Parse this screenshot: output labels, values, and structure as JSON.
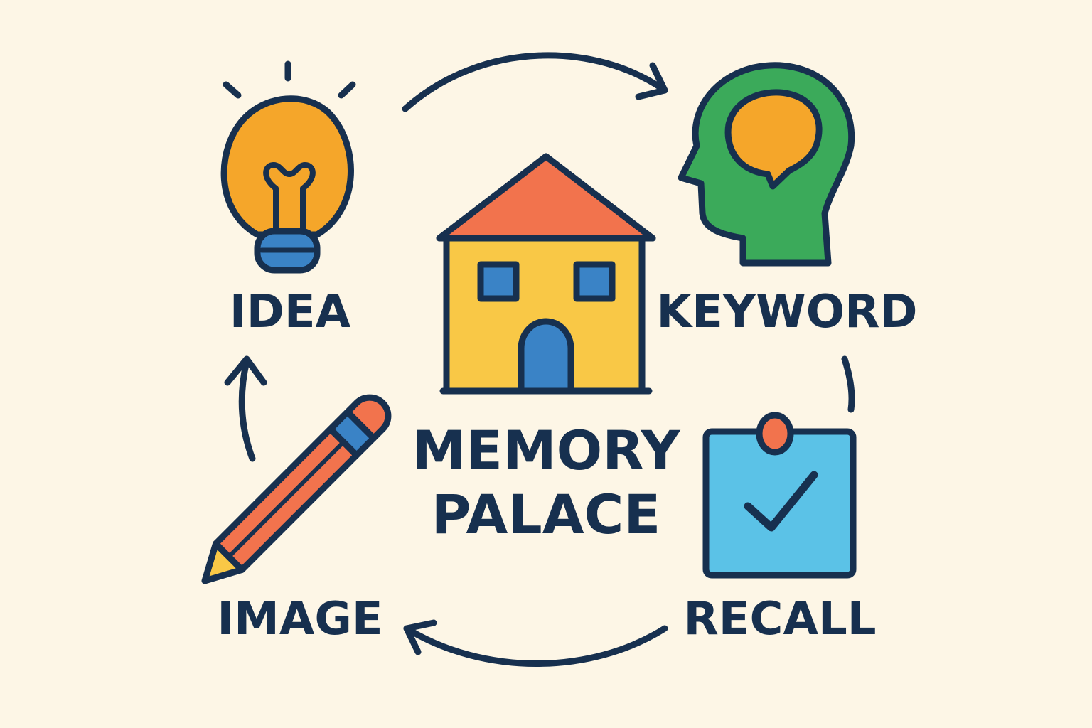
{
  "colors": {
    "background": "#FDF6E6",
    "outline": "#17304F",
    "bulb": "#F5A62A",
    "bulb_base": "#3A83C6",
    "head": "#3BAA5A",
    "brain": "#F5A62A",
    "roof": "#F2734D",
    "house_wall": "#F9C846",
    "house_window": "#3A83C6",
    "pencil_body": "#F2734D",
    "pencil_band": "#3A83C6",
    "pencil_tip": "#F9C846",
    "note": "#5BC2E7",
    "pin": "#F2734D"
  },
  "nodes": {
    "idea": {
      "label": "IDEA",
      "icon": "lightbulb-icon"
    },
    "keyword": {
      "label": "KEYWORD",
      "icon": "head-brain-icon"
    },
    "recall": {
      "label": "RECALL",
      "icon": "checked-note-icon"
    },
    "image": {
      "label": "IMAGE",
      "icon": "pencil-icon"
    }
  },
  "center": {
    "line1": "MEMORY",
    "line2": "PALACE",
    "icon": "house-icon"
  },
  "cycle": [
    "idea",
    "keyword",
    "recall",
    "image",
    "idea"
  ]
}
